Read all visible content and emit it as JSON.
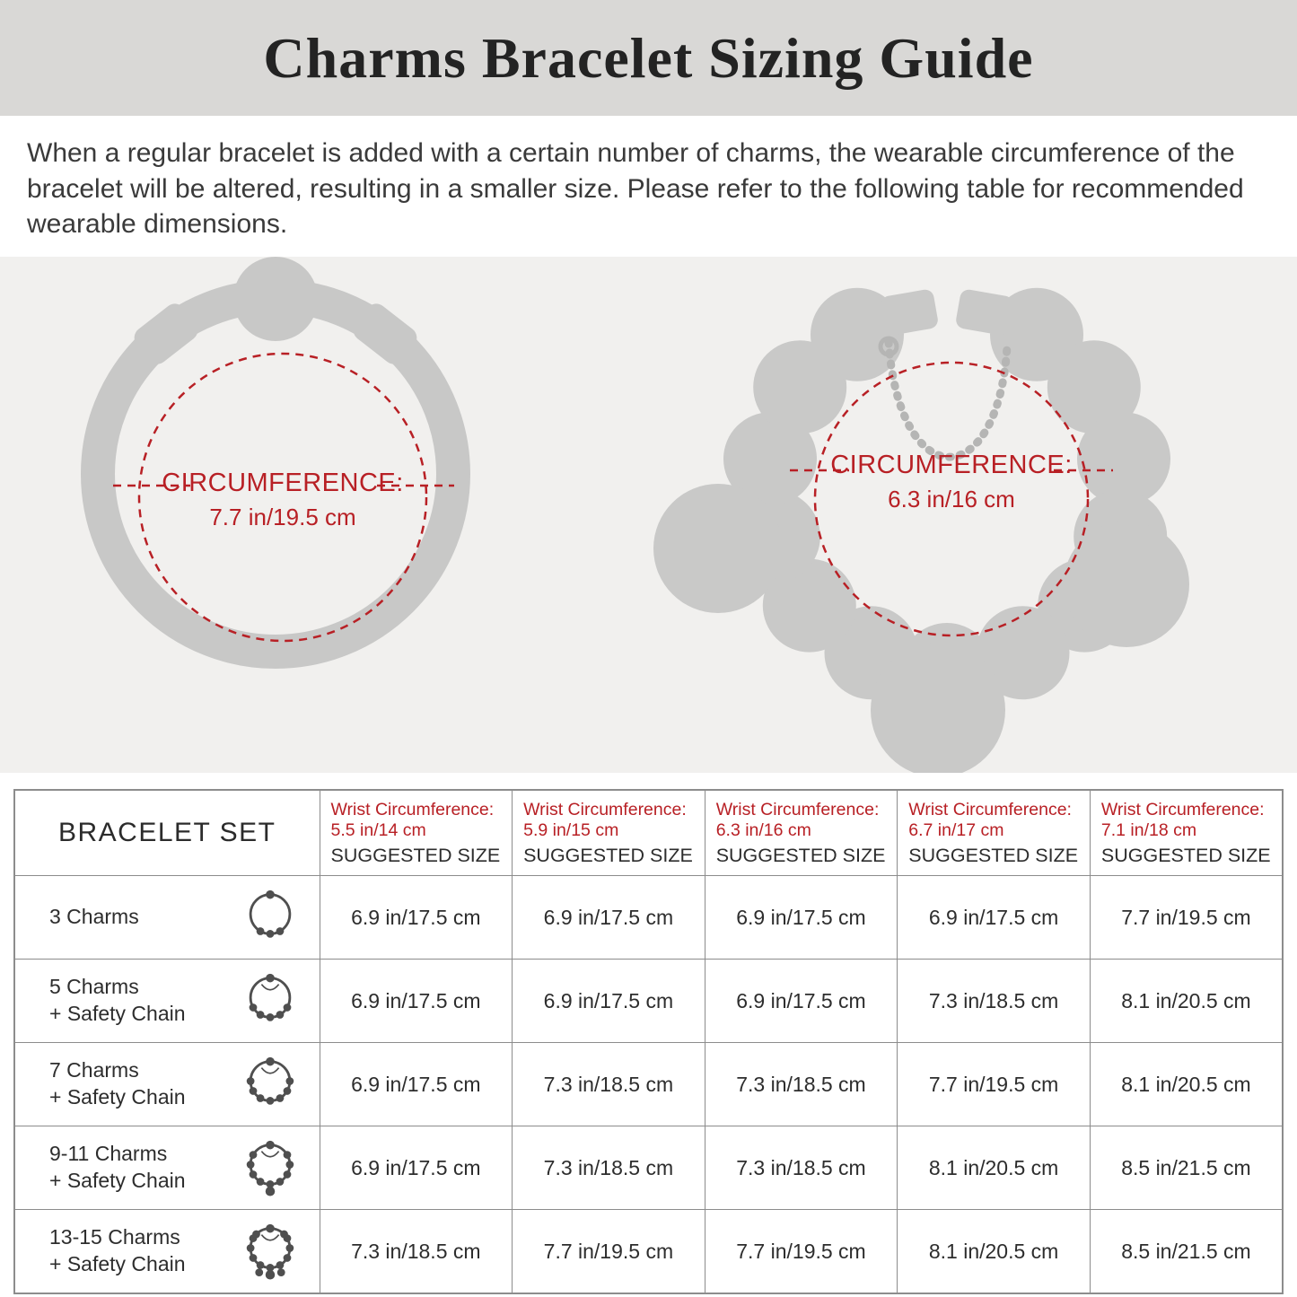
{
  "header": {
    "title": "Charms Bracelet Sizing Guide"
  },
  "intro": {
    "text": "When a regular bracelet is added with a certain number of charms, the wearable circumference of the bracelet will be altered, resulting in a smaller size. Please refer to the following table for recommended wearable dimensions."
  },
  "diagrams": {
    "plain": {
      "label": "CIRCUMFERENCE:",
      "value": "7.7 in/19.5 cm"
    },
    "charms": {
      "label": "CIRCUMFERENCE:",
      "value": "6.3 in/16 cm"
    }
  },
  "table": {
    "first_header": "BRACELET SET",
    "columns": [
      {
        "wrist_label": "Wrist Circumference:",
        "wrist_value": "5.5 in/14 cm",
        "suggested": "SUGGESTED SIZE"
      },
      {
        "wrist_label": "Wrist Circumference:",
        "wrist_value": "5.9 in/15 cm",
        "suggested": "SUGGESTED SIZE"
      },
      {
        "wrist_label": "Wrist Circumference:",
        "wrist_value": "6.3 in/16 cm",
        "suggested": "SUGGESTED SIZE"
      },
      {
        "wrist_label": "Wrist Circumference:",
        "wrist_value": "6.7 in/17 cm",
        "suggested": "SUGGESTED SIZE"
      },
      {
        "wrist_label": "Wrist Circumference:",
        "wrist_value": "7.1 in/18 cm",
        "suggested": "SUGGESTED SIZE"
      }
    ],
    "rows": [
      {
        "label1": "3 Charms",
        "label2": "",
        "values": [
          "6.9 in/17.5 cm",
          "6.9 in/17.5 cm",
          "6.9 in/17.5 cm",
          "6.9 in/17.5 cm",
          "7.7 in/19.5 cm"
        ]
      },
      {
        "label1": "5 Charms",
        "label2": "+ Safety Chain",
        "values": [
          "6.9 in/17.5 cm",
          "6.9 in/17.5 cm",
          "6.9 in/17.5 cm",
          "7.3 in/18.5 cm",
          "8.1 in/20.5 cm"
        ]
      },
      {
        "label1": "7 Charms",
        "label2": "+ Safety Chain",
        "values": [
          "6.9 in/17.5 cm",
          "7.3 in/18.5 cm",
          "7.3 in/18.5 cm",
          "7.7 in/19.5 cm",
          "8.1 in/20.5 cm"
        ]
      },
      {
        "label1": "9-11 Charms",
        "label2": "+ Safety Chain",
        "values": [
          "6.9 in/17.5 cm",
          "7.3 in/18.5 cm",
          "7.3 in/18.5 cm",
          "8.1 in/20.5 cm",
          "8.5 in/21.5 cm"
        ]
      },
      {
        "label1": "13-15 Charms",
        "label2": "+ Safety Chain",
        "values": [
          "7.3 in/18.5 cm",
          "7.7 in/19.5 cm",
          "7.7 in/19.5 cm",
          "8.1 in/20.5 cm",
          "8.5 in/21.5 cm"
        ]
      }
    ]
  },
  "colors": {
    "accent_red": "#b82025",
    "illustration_gray": "#c8c8c7",
    "banner_gray": "#d9d8d6"
  }
}
